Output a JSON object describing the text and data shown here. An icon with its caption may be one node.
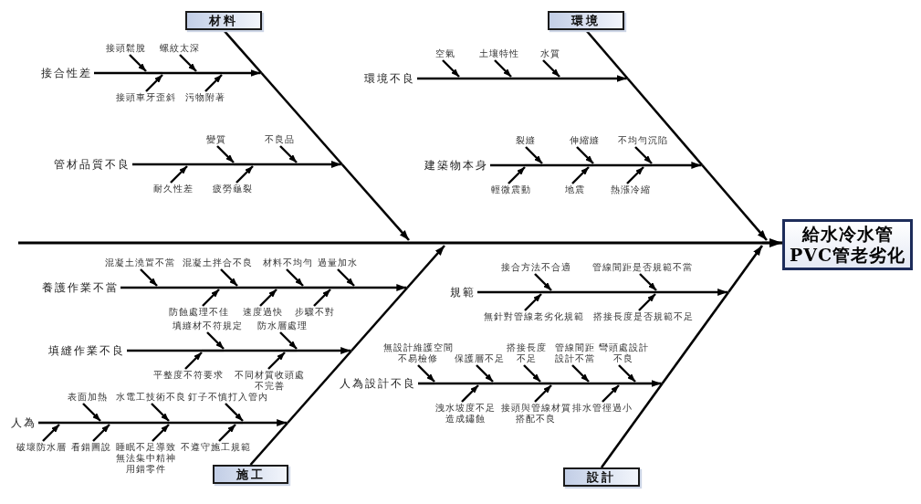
{
  "diagram": {
    "nodes": [
      {
        "text": [
          "材料"
        ]
      },
      {
        "text": [
          "接合性差"
        ]
      },
      {
        "text": [
          "接頭鬆脫"
        ]
      },
      {
        "text": [
          "螺紋太深"
        ]
      },
      {
        "text": [
          "接頭車牙歪斜"
        ]
      },
      {
        "text": [
          "污物附著"
        ]
      },
      {
        "text": [
          "管材品質不良"
        ]
      },
      {
        "text": [
          "變質"
        ]
      },
      {
        "text": [
          "不良品"
        ]
      },
      {
        "text": [
          "耐久性差"
        ]
      },
      {
        "text": [
          "疲勞龜裂"
        ]
      },
      {
        "text": [
          "環境"
        ]
      },
      {
        "text": [
          "環境不良"
        ]
      },
      {
        "text": [
          "空氣"
        ]
      },
      {
        "text": [
          "土壤特性"
        ]
      },
      {
        "text": [
          "水質"
        ]
      },
      {
        "text": [
          "建築物本身"
        ]
      },
      {
        "text": [
          "裂縫"
        ]
      },
      {
        "text": [
          "伸縮縫"
        ]
      },
      {
        "text": [
          "不均勻沉陷"
        ]
      },
      {
        "text": [
          "輕微震動"
        ]
      },
      {
        "text": [
          "地震"
        ]
      },
      {
        "text": [
          "熱漲冷縮"
        ]
      },
      {
        "text": [
          "給水冷水管PVC管老劣化"
        ]
      },
      {
        "text": [
          "養護作業不當"
        ]
      },
      {
        "text": [
          "混凝土澆置不當"
        ]
      },
      {
        "text": [
          "混凝土拌合不良"
        ]
      },
      {
        "text": [
          "材料不均勻"
        ]
      },
      {
        "text": [
          "過量加水"
        ]
      },
      {
        "text": [
          "防蝕處理不佳"
        ]
      },
      {
        "text": [
          "速度過快"
        ]
      },
      {
        "text": [
          "步驟不對"
        ]
      },
      {
        "text": [
          "填縫作業不良"
        ]
      },
      {
        "text": [
          "填縫材不符規定"
        ]
      },
      {
        "text": [
          "防水層處理"
        ]
      },
      {
        "text": [
          "平整度不符要求"
        ]
      },
      {
        "text": [
          "不同材質收頭處不完善"
        ]
      },
      {
        "text": [
          "人為"
        ]
      },
      {
        "text": [
          "表面加熱"
        ]
      },
      {
        "text": [
          "水電工技術不良"
        ]
      },
      {
        "text": [
          "釘子不慎打入管內"
        ]
      },
      {
        "text": [
          "破壞防水層"
        ]
      },
      {
        "text": [
          "看錯圖說"
        ]
      },
      {
        "text": [
          "睡眠不足導致無法集中精神用錯零件"
        ]
      },
      {
        "text": [
          "不遵守施工規範"
        ]
      },
      {
        "text": [
          "施工"
        ]
      },
      {
        "text": [
          "規範"
        ]
      },
      {
        "text": [
          "接合方法不合適"
        ]
      },
      {
        "text": [
          "管線間距是否規範不當"
        ]
      },
      {
        "text": [
          "無針對管線老劣化規範"
        ]
      },
      {
        "text": [
          "搭接長度是否規範不足"
        ]
      },
      {
        "text": [
          "人為設計不良"
        ]
      },
      {
        "text": [
          "無設計維護空間不易檢修"
        ]
      },
      {
        "text": [
          "保護層不足"
        ]
      },
      {
        "text": [
          "搭接長度不足"
        ]
      },
      {
        "text": [
          "管線間距設計不當"
        ]
      },
      {
        "text": [
          "彎頭處設計不良"
        ]
      },
      {
        "text": [
          "洩水坡度不足造成鏽蝕"
        ]
      },
      {
        "text": [
          "接頭與管線材質搭配不良"
        ]
      },
      {
        "text": [
          "排水管徑過小"
        ]
      },
      {
        "text": [
          "設計"
        ]
      }
    ],
    "edges": [
      {
        "from": null,
        "to": 23,
        "arrow": "to"
      },
      {
        "from": 0,
        "to": 23,
        "arrow": "to"
      },
      {
        "from": 1,
        "to": 23,
        "arrow": "to"
      },
      {
        "from": 2,
        "to": 23,
        "arrow": "to"
      },
      {
        "from": 3,
        "to": 23,
        "arrow": "to"
      },
      {
        "from": 4,
        "to": 23,
        "arrow": "to"
      },
      {
        "from": 5,
        "to": 23,
        "arrow": "to"
      },
      {
        "from": 6,
        "to": 23,
        "arrow": "to"
      },
      {
        "from": 7,
        "to": 23,
        "arrow": "to"
      },
      {
        "from": 8,
        "to": 23,
        "arrow": "to"
      },
      {
        "from": 9,
        "to": 23,
        "arrow": "to"
      },
      {
        "from": 10,
        "to": 23,
        "arrow": "to"
      },
      {
        "from": 11,
        "to": 23,
        "arrow": "to"
      },
      {
        "from": 12,
        "to": 23,
        "arrow": "to"
      },
      {
        "from": 13,
        "to": 23,
        "arrow": "to"
      },
      {
        "from": 14,
        "to": 23,
        "arrow": "to"
      },
      {
        "from": 15,
        "to": 23,
        "arrow": "to"
      },
      {
        "from": 16,
        "to": 23,
        "arrow": "to"
      },
      {
        "from": 17,
        "to": 23,
        "arrow": "to"
      },
      {
        "from": 18,
        "to": 23,
        "arrow": "to"
      },
      {
        "from": 19,
        "to": 23,
        "arrow": "to"
      },
      {
        "from": 20,
        "to": 23,
        "arrow": "to"
      },
      {
        "from": 21,
        "to": 23,
        "arrow": "to"
      },
      {
        "from": 22,
        "to": 23,
        "arrow": "to"
      },
      {
        "from": 45,
        "to": 23,
        "arrow": "to"
      },
      {
        "from": 24,
        "to": 23,
        "arrow": "to"
      },
      {
        "from": 25,
        "to": 23,
        "arrow": "to"
      },
      {
        "from": 26,
        "to": 23,
        "arrow": "to"
      },
      {
        "from": 27,
        "to": 23,
        "arrow": "to"
      },
      {
        "from": 28,
        "to": 23,
        "arrow": "to"
      },
      {
        "from": 29,
        "to": 23,
        "arrow": "to"
      },
      {
        "from": 30,
        "to": 23,
        "arrow": "to"
      },
      {
        "from": 31,
        "to": 23,
        "arrow": "to"
      },
      {
        "from": 32,
        "to": 23,
        "arrow": "to"
      },
      {
        "from": 33,
        "to": 23,
        "arrow": "to"
      },
      {
        "from": 34,
        "to": 23,
        "arrow": "to"
      },
      {
        "from": 35,
        "to": 23,
        "arrow": "to"
      },
      {
        "from": 36,
        "to": 23,
        "arrow": "to"
      },
      {
        "from": 37,
        "to": 23,
        "arrow": "to"
      },
      {
        "from": 38,
        "to": 23,
        "arrow": "to"
      },
      {
        "from": 39,
        "to": 23,
        "arrow": "to"
      },
      {
        "from": 40,
        "to": 23,
        "arrow": "to"
      },
      {
        "from": 41,
        "to": 23,
        "arrow": "to"
      },
      {
        "from": 42,
        "to": 23,
        "arrow": "to"
      },
      {
        "from": 43,
        "to": 23,
        "arrow": "to"
      },
      {
        "from": 44,
        "to": 23,
        "arrow": "to"
      },
      {
        "from": 60,
        "to": 23,
        "arrow": "to"
      },
      {
        "from": 46,
        "to": 23,
        "arrow": "to"
      },
      {
        "from": 47,
        "to": 23,
        "arrow": "to"
      },
      {
        "from": 48,
        "to": 23,
        "arrow": "to"
      },
      {
        "from": 49,
        "to": 23,
        "arrow": "to"
      },
      {
        "from": 50,
        "to": 23,
        "arrow": "to"
      },
      {
        "from": 51,
        "to": 23,
        "arrow": "to"
      },
      {
        "from": 52,
        "to": 23,
        "arrow": "to"
      },
      {
        "from": 53,
        "to": 23,
        "arrow": "to"
      },
      {
        "from": 54,
        "to": 23,
        "arrow": "to"
      },
      {
        "from": 55,
        "to": 23,
        "arrow": "to"
      },
      {
        "from": 56,
        "to": 23,
        "arrow": "to"
      },
      {
        "from": 57,
        "to": 23,
        "arrow": "to"
      },
      {
        "from": 58,
        "to": 23,
        "arrow": "to"
      },
      {
        "from": 59,
        "to": 23,
        "arrow": "to"
      }
    ]
  }
}
